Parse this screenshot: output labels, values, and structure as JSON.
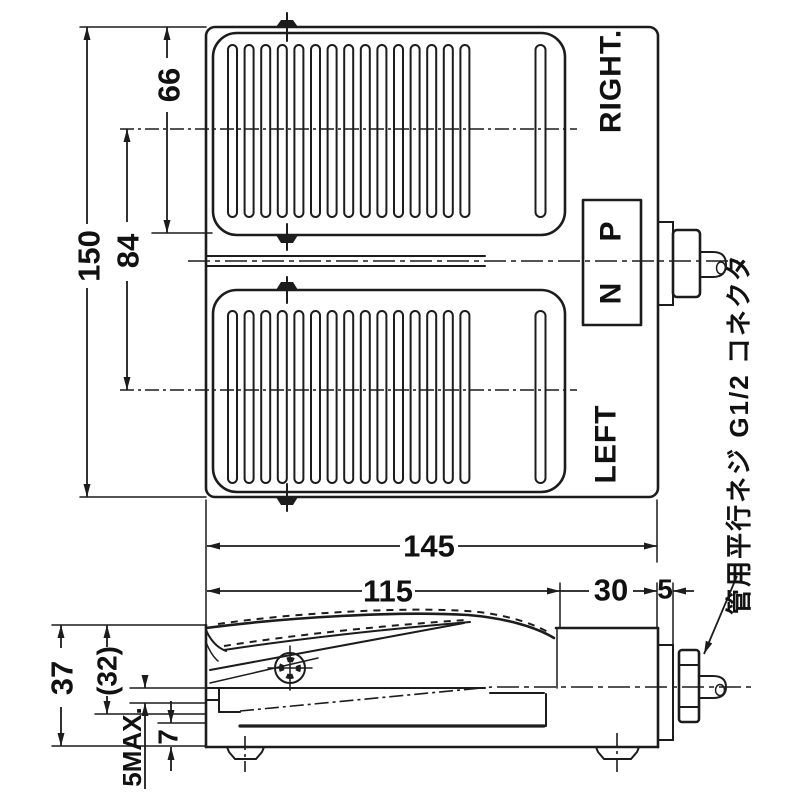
{
  "labels": {
    "right_pedal": "RIGHT.",
    "left_pedal": "LEFT",
    "terminal_p": "P",
    "terminal_n": "N",
    "connector_note": "管用平行ネジ G1/2 コネクタ"
  },
  "dimensions": {
    "top_view": {
      "overall_length": "150",
      "pedal_center_pitch": "84",
      "top_to_pedal_edge": "66",
      "overall_width": "145"
    },
    "side_view": {
      "pedal_length": "115",
      "rear_section": "30",
      "plate_thickness": "5",
      "overall_height": "37",
      "pedal_height": "(32)",
      "pedal_travel_max": "5MAX.",
      "base_height": "7"
    }
  },
  "colors": {
    "line": "#1c1c1c",
    "background": "#ffffff"
  }
}
